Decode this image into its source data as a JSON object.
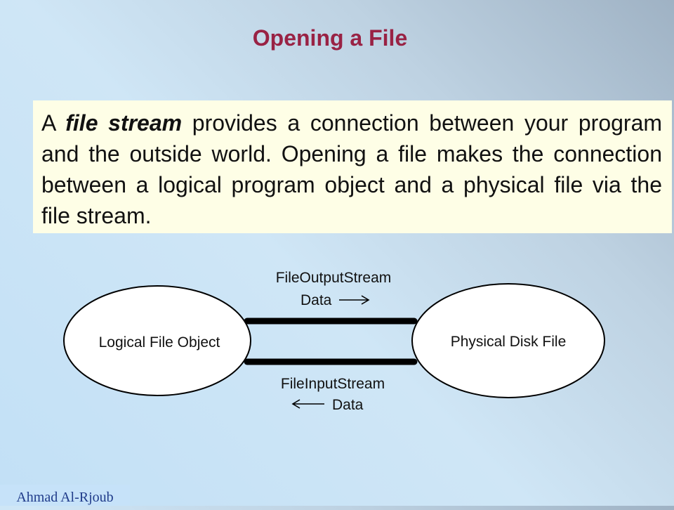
{
  "slide": {
    "title": "Opening a File",
    "paragraph": {
      "intro": "A ",
      "emphasis": "file stream",
      "rest": " provides a connection between your program and the outside world. Opening a file makes the connection between a logical program object and a physical file via the file stream."
    },
    "author": "Ahmad Al-Rjoub"
  },
  "diagram": {
    "left_node": "Logical File Object",
    "right_node": "Physical Disk File",
    "top_stream": {
      "name": "FileOutputStream",
      "label": "Data",
      "direction": "right"
    },
    "bottom_stream": {
      "name": "FileInputStream",
      "label": "Data",
      "direction": "left"
    }
  }
}
